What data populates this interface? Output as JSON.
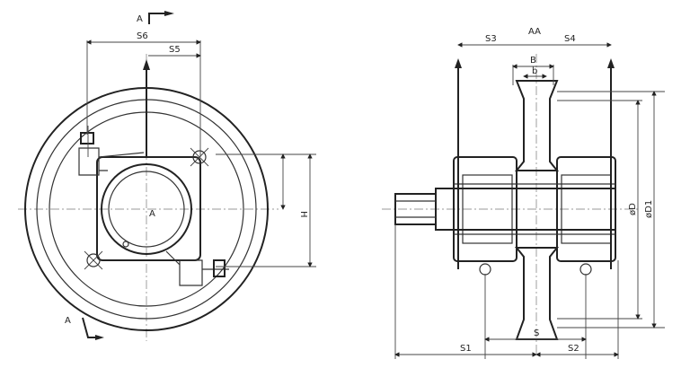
{
  "drawing": {
    "left_view": {
      "section_marker_top": "A",
      "section_marker_bottom": "A",
      "center_mark": "A",
      "dimensions": {
        "s6": "S6",
        "s5": "S5",
        "h": "H"
      }
    },
    "right_view": {
      "dimensions": {
        "s3": "S3",
        "aa": "AA",
        "s4": "S4",
        "b_upper": "B",
        "b_lower": "b",
        "d": "øD",
        "d1": "øD1",
        "s1": "S1",
        "s": "S",
        "s2": "S2"
      }
    }
  }
}
